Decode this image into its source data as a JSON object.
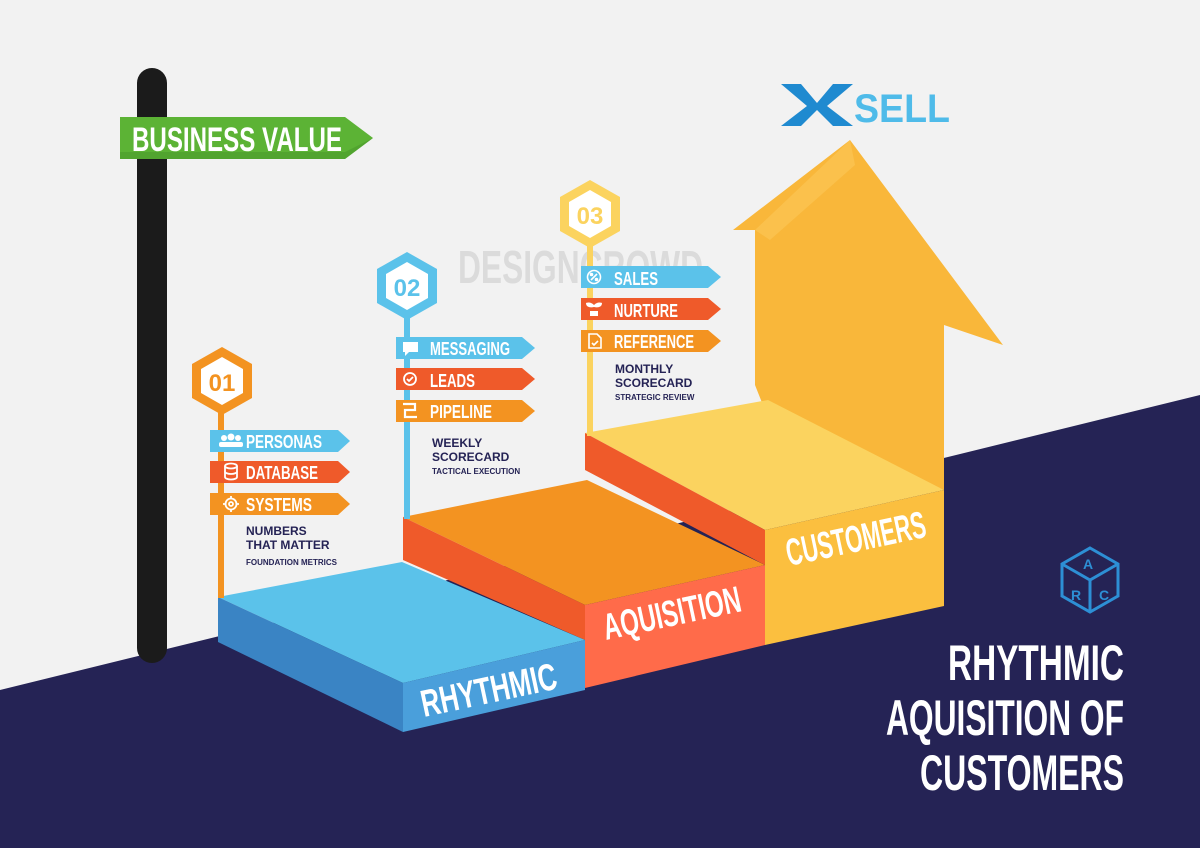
{
  "signpost": {
    "label": "BUSINESS VALUE"
  },
  "logo": {
    "text_x": "X",
    "text_sell": "SELL"
  },
  "watermark": "DESIGNCROWD",
  "steps": [
    {
      "number": "01",
      "tags": [
        {
          "label": "PERSONAS",
          "icon": "people-icon",
          "color": "#5bc2ea"
        },
        {
          "label": "DATABASE",
          "icon": "database-icon",
          "color": "#ef5a2a"
        },
        {
          "label": "SYSTEMS",
          "icon": "gear-icon",
          "color": "#f39321"
        }
      ],
      "caption_line1": "NUMBERS",
      "caption_line2": "THAT MATTER",
      "caption_sub": "FOUNDATION METRICS",
      "block_label": "RHYTHMIC"
    },
    {
      "number": "02",
      "tags": [
        {
          "label": "MESSAGING",
          "icon": "chat-icon",
          "color": "#5bc2ea"
        },
        {
          "label": "LEADS",
          "icon": "check-badge-icon",
          "color": "#ef5a2a"
        },
        {
          "label": "PIPELINE",
          "icon": "pipeline-icon",
          "color": "#f39321"
        }
      ],
      "caption_line1": "WEEKLY",
      "caption_line2": "SCORECARD",
      "caption_sub": "TACTICAL EXECUTION",
      "block_label": "AQUISITION"
    },
    {
      "number": "03",
      "tags": [
        {
          "label": "SALES",
          "icon": "percent-icon",
          "color": "#5bc2ea"
        },
        {
          "label": "NURTURE",
          "icon": "plant-icon",
          "color": "#ef5a2a"
        },
        {
          "label": "REFERENCE",
          "icon": "document-icon",
          "color": "#f39321"
        }
      ],
      "caption_line1": "MONTHLY",
      "caption_line2": "SCORECARD",
      "caption_sub": "STRATEGIC REVIEW",
      "block_label": "CUSTOMERS"
    }
  ],
  "headline": {
    "line1": "RHYTHMIC",
    "line2": "AQUISITION OF",
    "line3": "CUSTOMERS"
  },
  "arc_logo": {
    "letters": [
      "A",
      "R",
      "C"
    ]
  },
  "colors": {
    "background": "#f2f2f2",
    "navy": "#252355",
    "blue": "#5bc2ea",
    "red": "#ef5a2a",
    "orange": "#f39321",
    "yellow": "#fbbf3f",
    "green": "#5cb335"
  }
}
